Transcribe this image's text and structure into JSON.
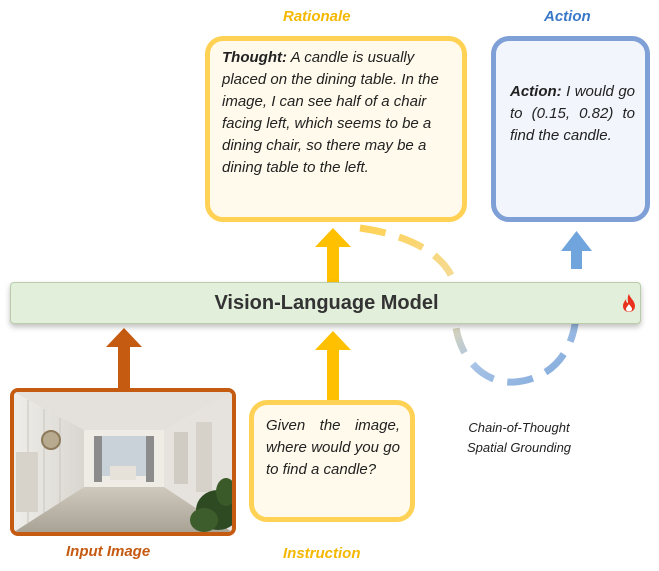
{
  "labels": {
    "rationale": "Rationale",
    "action": "Action",
    "input_image": "Input Image",
    "instruction": "Instruction"
  },
  "thought": {
    "prefix": "Thought:",
    "text": " A candle is usually placed on the dining table. In the image, I can see half of a chair facing left, which seems to be a dining chair, so there may be a dining table to the left."
  },
  "action": {
    "prefix": "Action:",
    "text": " I would go to (0.15, 0.82) to find the candle."
  },
  "model": {
    "label": "Vision-Language Model"
  },
  "instruction": {
    "text": "Given the image, where would you go to find a candle?"
  },
  "cot": {
    "line1": "Chain-of-Thought",
    "line2": "Spatial Grounding"
  },
  "colors": {
    "rationale": "#ffd255",
    "action": "#7f9fd7",
    "input": "#c55a11",
    "model_bg": "#e2efda",
    "cot_arc_start": "#ffd255",
    "cot_arc_end": "#7fa8dc"
  },
  "icons": {
    "trainable": "fire-icon"
  }
}
